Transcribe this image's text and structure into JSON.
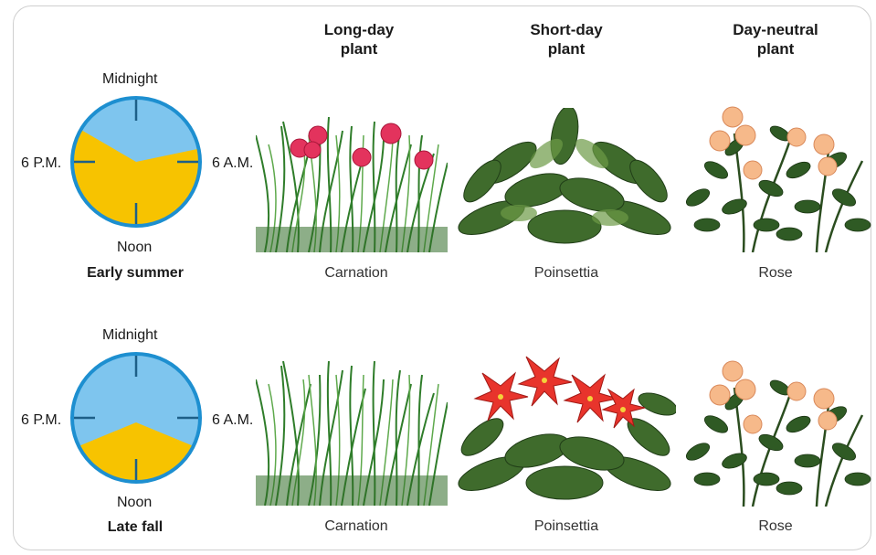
{
  "headers": {
    "long_day": [
      "Long-day",
      "plant"
    ],
    "short_day": [
      "Short-day",
      "plant"
    ],
    "day_neutral": [
      "Day-neutral",
      "plant"
    ]
  },
  "rows": [
    {
      "season": "Early summer",
      "clock": {
        "top": "Midnight",
        "left": "6 P.M.",
        "right": "6 A.M.",
        "bottom": "Noon",
        "day_color": "#f7c300",
        "night_color": "#7ec5ee",
        "rim_color": "#1d8fd0"
      },
      "plants": [
        {
          "name": "Carnation",
          "state": "flowering"
        },
        {
          "name": "Poinsettia",
          "state": "not flowering"
        },
        {
          "name": "Rose",
          "state": "flowering"
        }
      ]
    },
    {
      "season": "Late fall",
      "clock": {
        "top": "Midnight",
        "left": "6 P.M.",
        "right": "6 A.M.",
        "bottom": "Noon",
        "day_color": "#f7c300",
        "night_color": "#7ec5ee",
        "rim_color": "#1d8fd0"
      },
      "plants": [
        {
          "name": "Carnation",
          "state": "not flowering"
        },
        {
          "name": "Poinsettia",
          "state": "flowering"
        },
        {
          "name": "Rose",
          "state": "flowering"
        }
      ]
    }
  ]
}
